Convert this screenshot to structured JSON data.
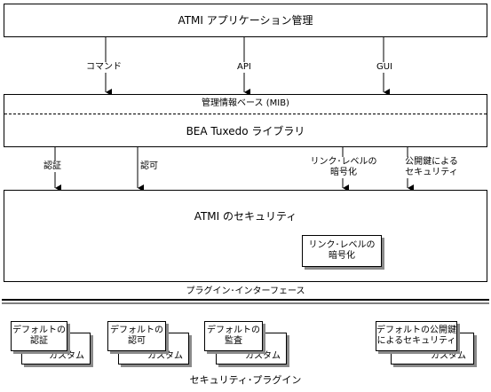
{
  "top_box": {
    "title": "ATMI アプリケーション管理"
  },
  "interfaces": [
    {
      "label": "コマンド"
    },
    {
      "label": "API"
    },
    {
      "label": "GUI"
    }
  ],
  "library_box": {
    "mib_label": "管理情報ベース (MIB)",
    "library_label": "BEA Tuxedo ライブラリ"
  },
  "services": [
    {
      "label": "認証"
    },
    {
      "label": "認可"
    },
    {
      "label": "リンク･レベルの\n暗号化"
    },
    {
      "label": "公開鍵による\nセキュリティ"
    }
  ],
  "security_box": {
    "title": "ATMI のセキュリティ",
    "inner_label": "リンク･レベルの\n暗号化"
  },
  "plugin_interface": {
    "label": "プラグイン･インターフェース"
  },
  "plugins": [
    {
      "default_label": "デフォルトの\n認証",
      "custom_label": "カスタム"
    },
    {
      "default_label": "デフォルトの\n認可",
      "custom_label": "カスタム"
    },
    {
      "default_label": "デフォルトの\n監査",
      "custom_label": "カスタム"
    },
    {
      "default_label": "デフォルトの公開鍵\nによるセキュリティ",
      "custom_label": "カスタム"
    }
  ],
  "plugin_section": {
    "label": "セキュリティ･プラグイン"
  }
}
